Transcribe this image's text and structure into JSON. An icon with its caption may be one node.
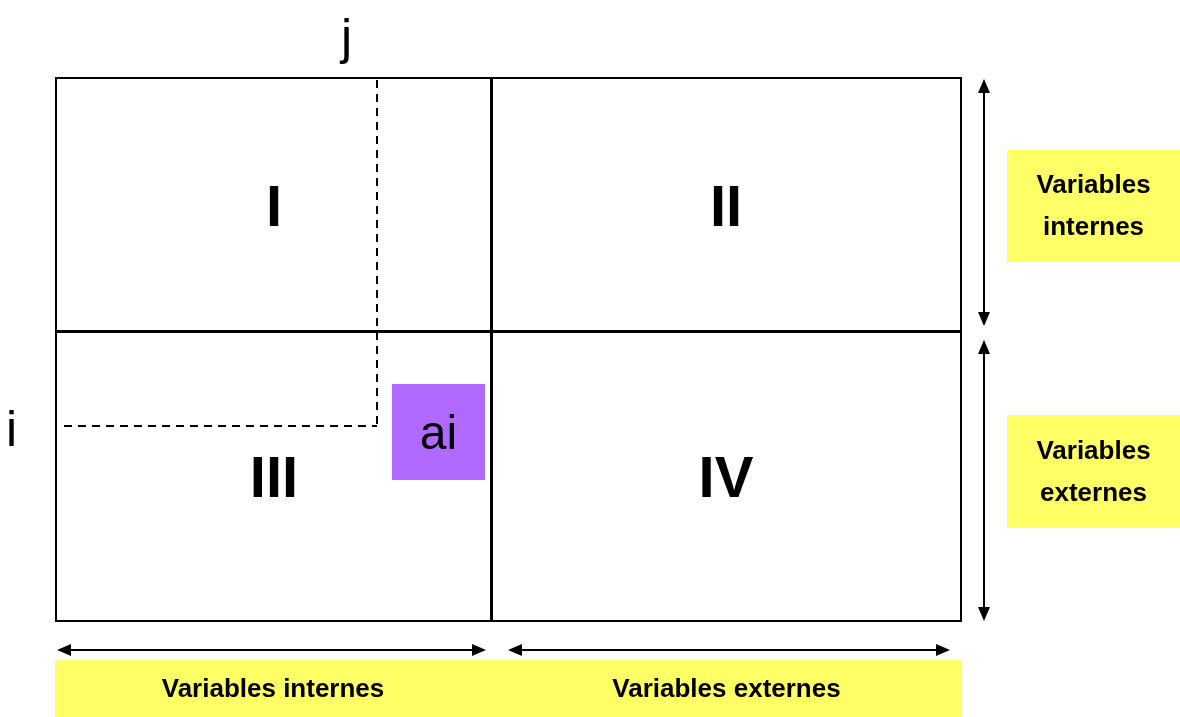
{
  "diagram": {
    "nodes": [
      {
        "text": [
          "I"
        ]
      },
      {
        "text": [
          "II"
        ]
      },
      {
        "text": [
          "III"
        ]
      },
      {
        "text": [
          "IV"
        ]
      },
      {
        "text": [
          "ai"
        ],
        "in": 2
      },
      {
        "text": [
          "Variables internes"
        ]
      },
      {
        "text": [
          "Variables externes"
        ]
      },
      {
        "text": [
          "Variables internes"
        ]
      },
      {
        "text": [
          "Variables externes"
        ]
      }
    ],
    "labels": [
      "j",
      "i"
    ]
  }
}
